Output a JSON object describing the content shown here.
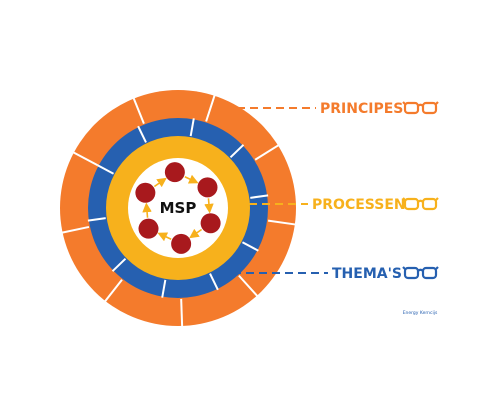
{
  "center": {
    "label": "MSP"
  },
  "rings": [
    {
      "key": "principes",
      "label": "PRINCIPES",
      "color": "#f47b2c",
      "segments": 9
    },
    {
      "key": "processen",
      "label": "PROCESSEN",
      "color": "#f7b11c"
    },
    {
      "key": "themas",
      "label": "THEMA'S",
      "color": "#2660b0",
      "segments": 10
    }
  ],
  "process_nodes": {
    "count": 6,
    "color": "#a8191d",
    "arrow_color": "#f7b11c"
  },
  "credit": "Energy Kerncijs",
  "icons": [
    "glasses-icon",
    "glasses-icon",
    "glasses-icon"
  ]
}
